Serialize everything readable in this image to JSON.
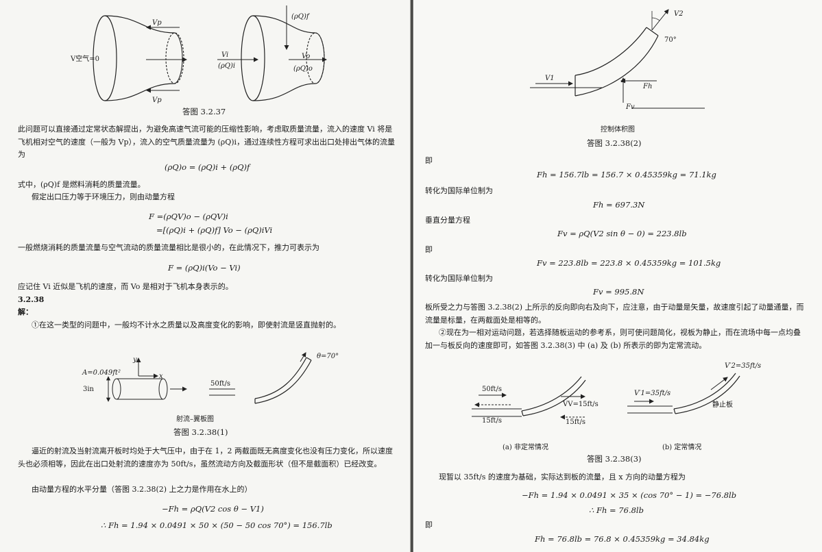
{
  "left": {
    "fig237": {
      "v_air": "V空气=0",
      "vp_top": "Vp",
      "vp_bottom": "Vp",
      "rhoq_f": "(ρQ)f",
      "vi": "Vi",
      "rhoq_i": "(ρQ)i",
      "vo": "Vo",
      "rhoq_o": "(ρQ)o",
      "caption": "答图 3.2.37"
    },
    "para1": "此问题可以直接通过定常状态解提出，为避免高速气流可能的压缩性影响，考虑取质量流量，流入的速度 Vi 将是飞机相对空气的速度（一般为 Vp），流入的空气质量流量为 (ρQ)i，通过连续性方程可求出出口处排出气体的流量为",
    "eq1": "(ρQ)o = (ρQ)i + (ρQ)f",
    "line_f": "式中，(ρQ)f 是燃料消耗的质量流量。",
    "line_assume": "假定出口压力等于环境压力，则由动量方程",
    "eq2a": "F =(ρQV)o − (ρQV)i",
    "eq2b": "=[(ρQ)i + (ρQ)f] Vo − (ρQ)iVi",
    "line_small": "一般燃烧消耗的质量流量与空气流动的质量流量相比是很小的，在此情况下，推力可表示为",
    "eq3": "F = (ρQ)i(Vo − Vi)",
    "line_note": "应记住 Vi 近似是飞机的速度，而 Vo 是相对于飞机本身表示的。",
    "section": "3.2.38",
    "solution": "解：",
    "para_1": "①在这一类型的问题中，一般均不计水之质量以及高度变化的影响，即使射流是竖直抛射的。",
    "fig38_1": {
      "area": "A=0.049ft²",
      "diam": "3in",
      "y": "y",
      "x": "x",
      "speed": "50ft/s",
      "theta": "θ=70°",
      "sub": "射流–翼板图",
      "caption": "答图 3.2.38(1)"
    },
    "para2": "逼近的射流及当射流离开板时均处于大气压中，由于在 1，2 两截面既无高度变化也没有压力变化，所以速度头也必须相等，因此在出口处射流的速度亦为 50ft/s，虽然流动方向及截面形状（但不是截面积）已经改变。",
    "line_horiz": "由动量方程的水平分量（答图 3.2.38(2) 上之力是作用在水上的）",
    "eq4": "−Fh = ρQ(V2 cos θ − V1)",
    "eq5": "∴ Fh = 1.94 × 0.0491 × 50 × (50 − 50 cos 70°) = 156.7lb"
  },
  "right": {
    "fig38_2": {
      "v2": "V2",
      "angle": "70°",
      "v1": "V1",
      "fh": "Fh",
      "fv": "Fv",
      "sub": "控制体积图",
      "caption": "答图 3.2.38(2)"
    },
    "ji1": "即",
    "eq_fh": "Fh = 156.7lb = 156.7 × 0.45359kg = 71.1kg",
    "si1": "转化为国际单位制为",
    "eq_fh_si": "Fh = 697.3N",
    "vertical": "垂直分量方程",
    "eq_fv": "Fv = ρQ(V2 sin θ − 0) = 223.8lb",
    "ji2": "即",
    "eq_fv2": "Fv = 223.8lb = 223.8 × 0.45359kg = 101.5kg",
    "si2": "转化为国际单位制为",
    "eq_fv_si": "Fv = 995.8N",
    "para_plate": "板所受之力与答图 3.2.38(2) 上所示的反向即向右及向下，应注意，由于动量是矢量，故速度引起了动量通量，而流量是标量，在两截面处是相等的。",
    "para_2": "②现在为一相对运动问题，若选择随板运动的参考系，则可使问题简化，视板为静止，而在流场中每一点均叠加一与板反向的速度即可，如答图 3.2.38(3) 中 (a) 及 (b) 所表示的即为定常流动。",
    "fig38_3": {
      "a50": "50ft/s",
      "a15": "15ft/s",
      "vv": "VV=15ft/s",
      "vv15": "15ft/s",
      "b_v1": "V′1=35ft/s",
      "b_v2": "V′2=35ft/s",
      "still": "静止板",
      "label_a": "(a) 非定常情况",
      "label_b": "(b) 定常情况",
      "caption": "答图 3.2.38(3)"
    },
    "line_35": "现暂以 35ft/s 的速度为基础，实际达到板的流量，且 x 方向的动量方程为",
    "eq6": "−Fh = 1.94 × 0.0491 × 35 × (cos 70° − 1) = −76.8lb",
    "eq7": "∴ Fh = 76.8lb",
    "ji3": "即",
    "eq8": "Fh = 76.8lb = 76.8 × 0.45359kg = 34.84kg"
  }
}
